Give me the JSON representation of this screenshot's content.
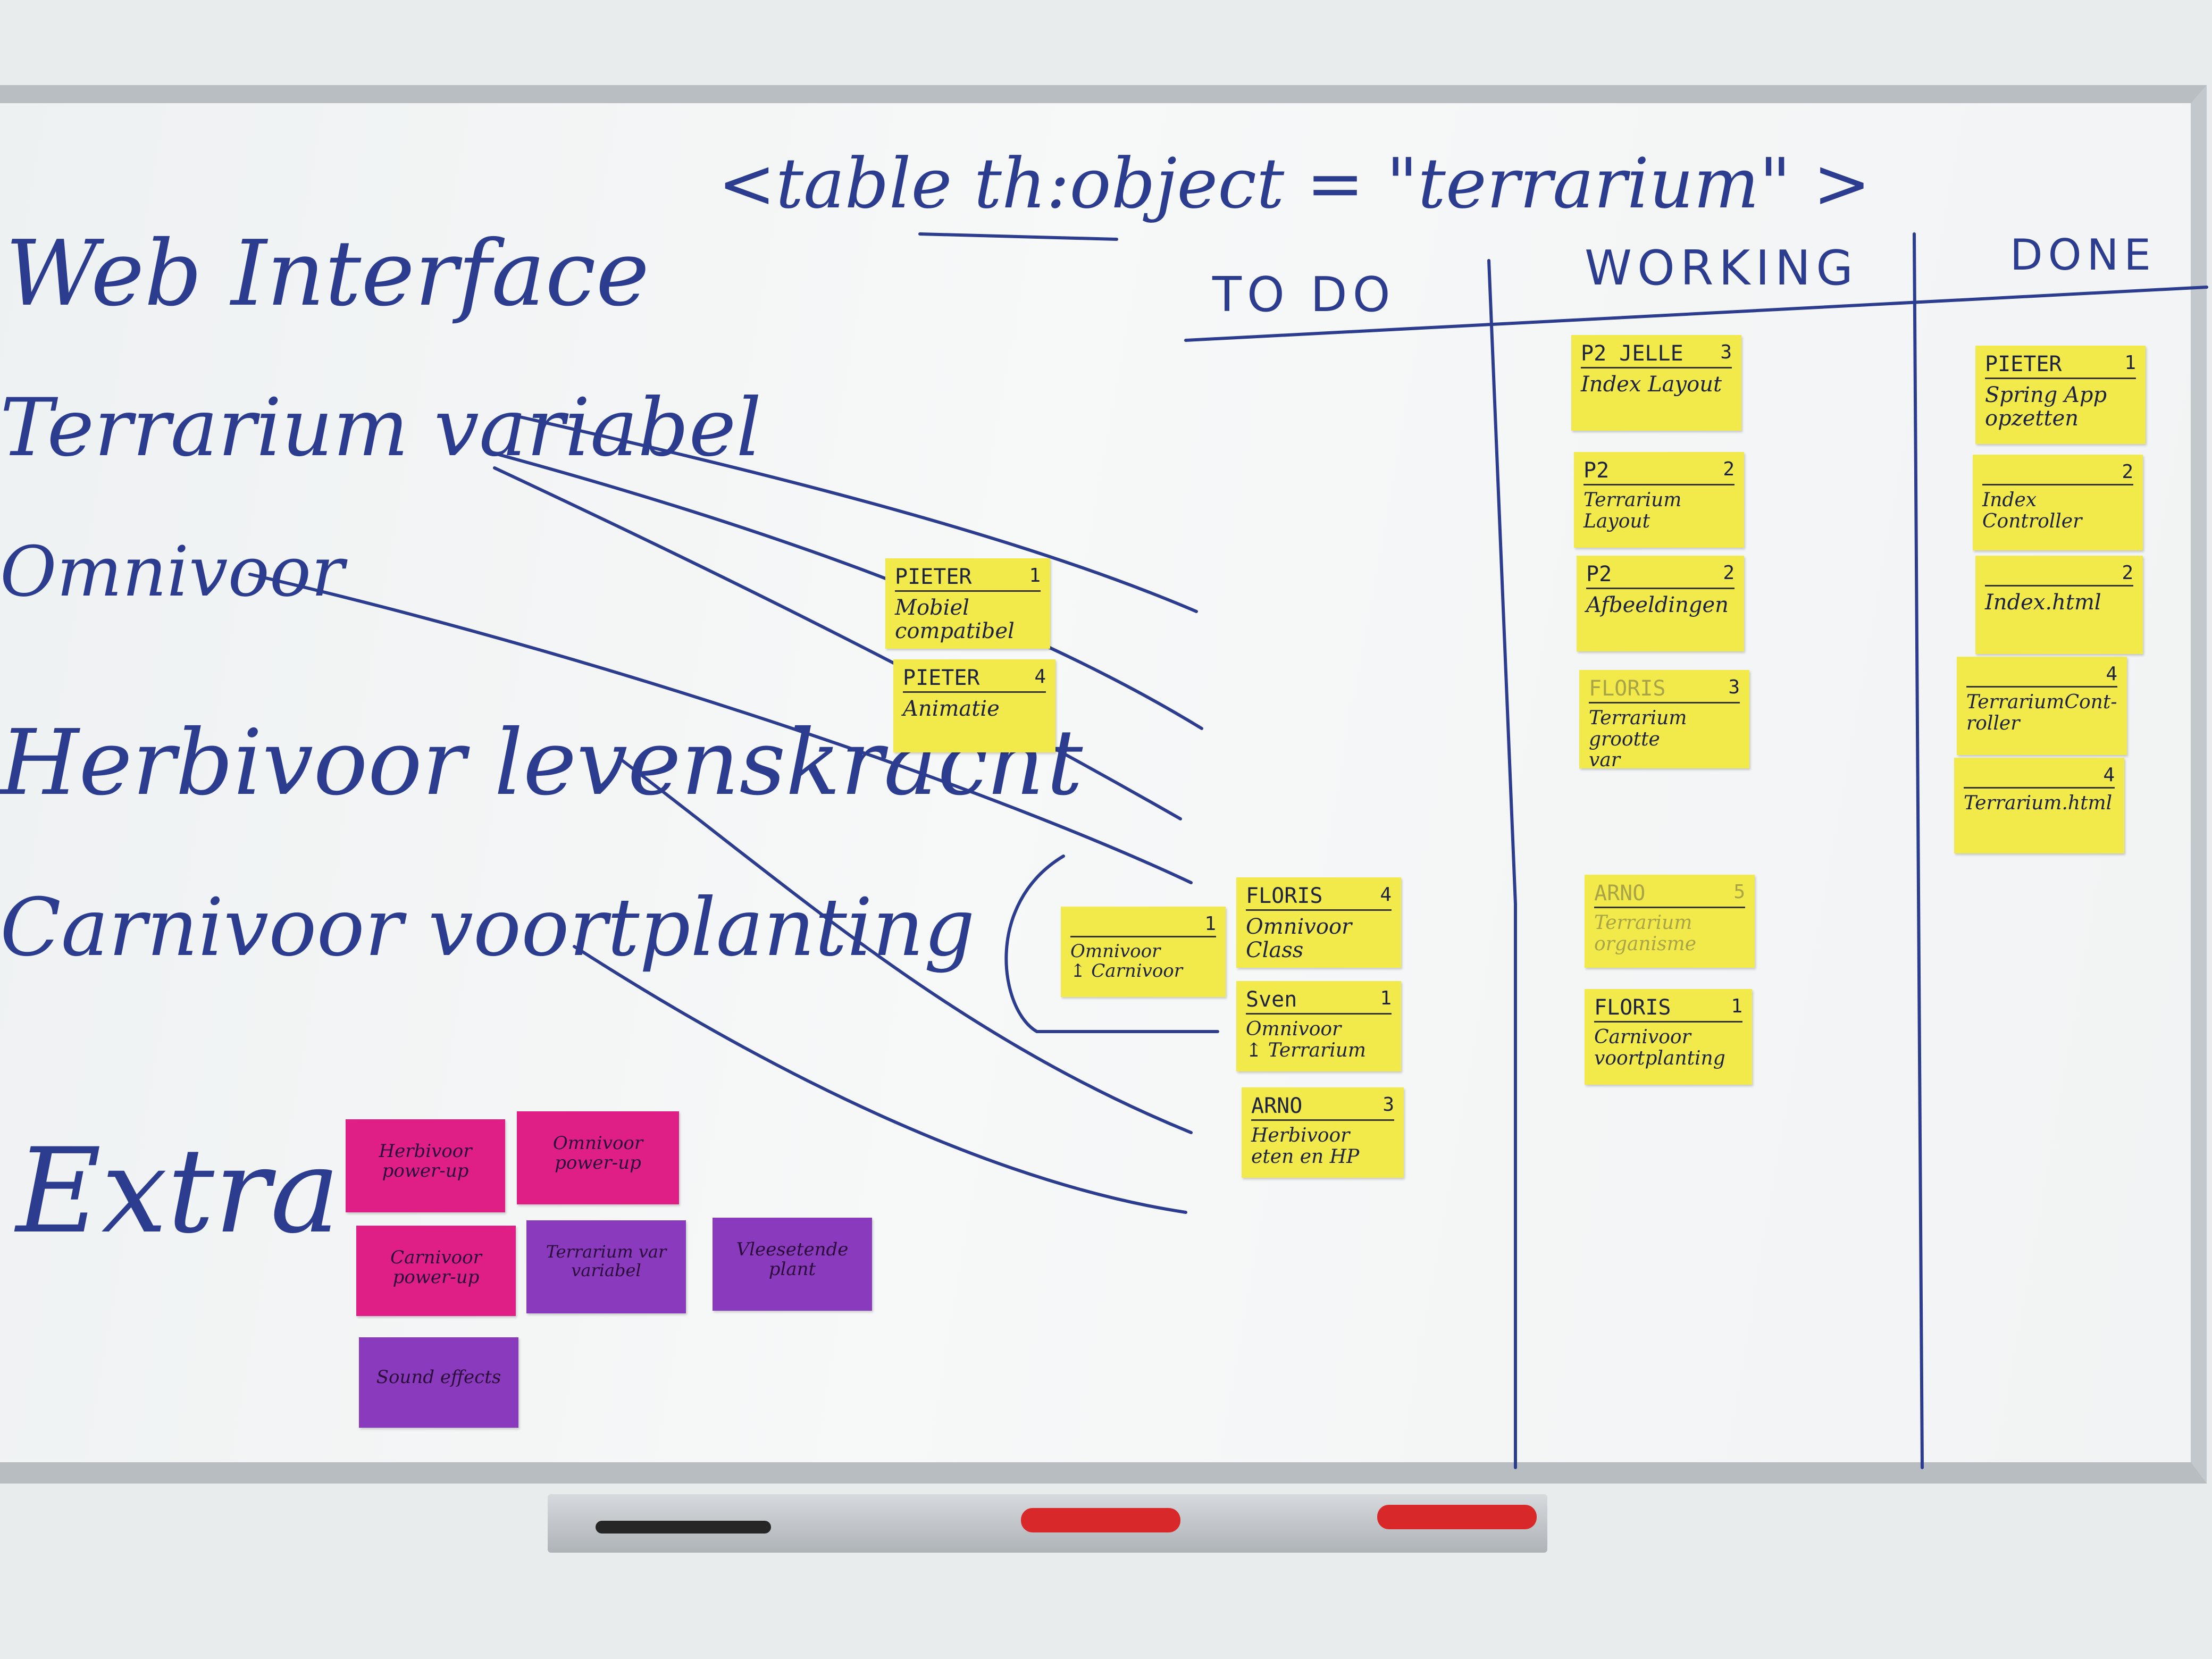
{
  "board_title_note": "<table th:object = \"terrarium\" >",
  "left_list": [
    "Web Interface",
    "Terrarium variabel",
    "Omnivoor",
    "Herbivoor levenskracht",
    "Carnivoor voortplanting",
    "Extra"
  ],
  "columns": [
    "TO DO",
    "WORKING",
    "DONE"
  ],
  "todo": [
    {
      "who": "PIETER",
      "points": "1",
      "task": "Mobiel compatibel"
    },
    {
      "who": "PIETER",
      "points": "4",
      "task": "Animatie"
    },
    {
      "who": "FLORIS",
      "points": "4",
      "task": "Omnivoor Class"
    },
    {
      "who": "",
      "points": "1",
      "task": "Omnivoor\n↥ Carnivoor"
    },
    {
      "who": "Sven",
      "points": "1",
      "task": "Omnivoor\n↥ Terrarium"
    },
    {
      "who": "ARNO",
      "points": "3",
      "task": "Herbivoor\neten en HP"
    }
  ],
  "working": [
    {
      "who": "P2 JELLE",
      "points": "3",
      "task": "Index Layout"
    },
    {
      "who": "P2",
      "points": "2",
      "task": "Terrarium Layout"
    },
    {
      "who": "P2",
      "points": "2",
      "task": "Afbeeldingen"
    },
    {
      "who": "FLORIS",
      "points": "3",
      "task": "Terrarium grootte\nvar"
    },
    {
      "who": "ARNO",
      "points": "5",
      "task": "Terrarium\norganisme"
    },
    {
      "who": "FLORIS",
      "points": "1",
      "task": "Carnivoor\nvoortplanting"
    }
  ],
  "done": [
    {
      "who": "PIETER",
      "points": "1",
      "task": "Spring App\nopzetten"
    },
    {
      "who": "",
      "points": "2",
      "task": "Index Controller"
    },
    {
      "who": "",
      "points": "2",
      "task": "Index.html"
    },
    {
      "who": "",
      "points": "4",
      "task": "TerrariumCont-\nroller"
    },
    {
      "who": "",
      "points": "4",
      "task": "Terrarium.html"
    }
  ],
  "extra": [
    "Herbivoor\npower-up",
    "Omnivoor\npower-up",
    "Carnivoor\npower-up",
    "Terrarium var\nvariabel",
    "Vleesetende\nplant",
    "Sound effects"
  ],
  "colors": {
    "ink": "#2c3d8f",
    "yellow": "#f2ea4a",
    "pink": "#df1f86",
    "purple": "#8a3bbd",
    "marker_red": "#d8282a"
  }
}
